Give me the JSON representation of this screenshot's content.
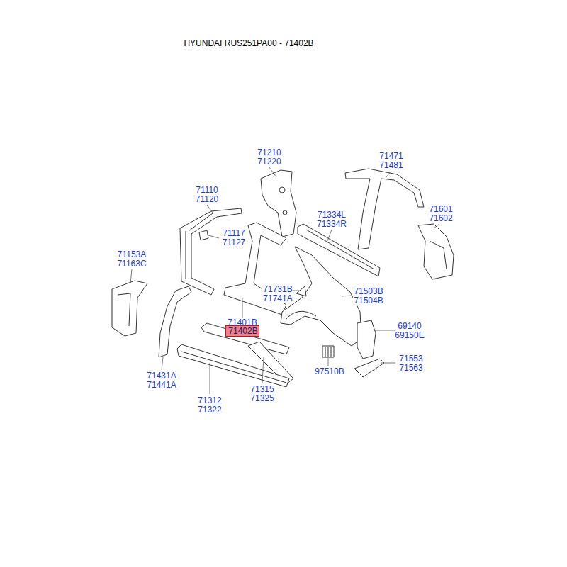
{
  "diagram": {
    "title": "HYUNDAI RUS251PA00 - 71402B",
    "nodes": [
      {
        "text": [
          "71402B"
        ]
      }
    ],
    "labels": [
      "71210",
      "71220",
      "71471",
      "71481",
      "71110",
      "71120",
      "71601",
      "71602",
      "71334L",
      "71334R",
      "71117",
      "71127",
      "71153A",
      "71163C",
      "71731B",
      "71741A",
      "71503B",
      "71504B",
      "71401B",
      "69140",
      "69150E",
      "71553",
      "71563",
      "97510B",
      "71431A",
      "71441A",
      "71315",
      "71325",
      "71312",
      "71322"
    ]
  }
}
